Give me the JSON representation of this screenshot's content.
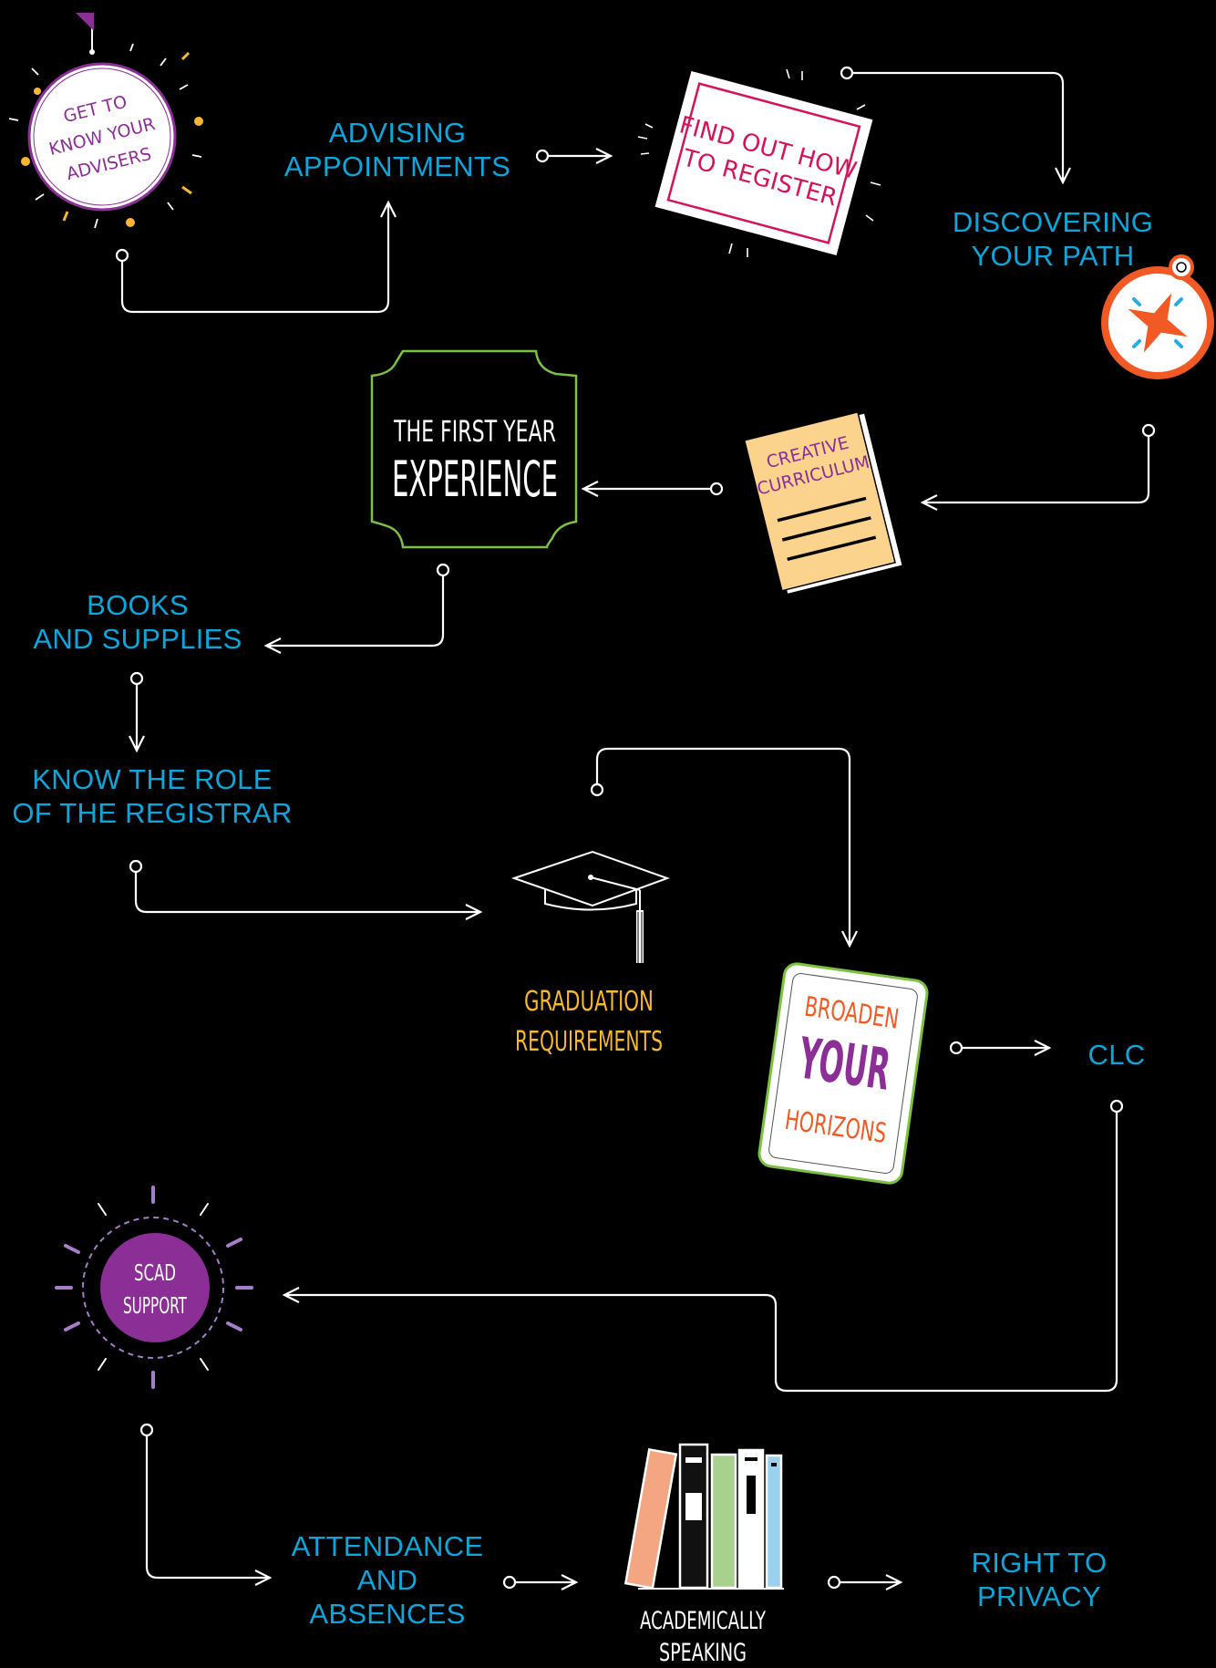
{
  "nodes": {
    "get_to_know_advisers": [
      "GET TO",
      "KNOW YOUR",
      "ADVISERS"
    ],
    "advising_appointments": [
      "ADVISING",
      "APPOINTMENTS"
    ],
    "find_out_how_to_register": [
      "FIND OUT HOW",
      "TO REGISTER"
    ],
    "discovering_your_path": [
      "DISCOVERING",
      "YOUR PATH"
    ],
    "creative_curriculum": [
      "CREATIVE",
      "CURRICULUM"
    ],
    "first_year_experience": [
      "THE FIRST YEAR",
      "EXPERIENCE"
    ],
    "books_and_supplies": [
      "BOOKS",
      "AND SUPPLIES"
    ],
    "role_of_registrar": [
      "KNOW THE ROLE",
      "OF THE REGISTRAR"
    ],
    "graduation_requirements": [
      "GRADUATION",
      "REQUIREMENTS"
    ],
    "broaden_your_horizons": [
      "BROADEN",
      "YOUR",
      "HORIZONS"
    ],
    "clc": [
      "CLC"
    ],
    "scad_support": [
      "SCAD",
      "SUPPORT"
    ],
    "attendance_and_absences": [
      "ATTENDANCE",
      "AND",
      "ABSENCES"
    ],
    "academically_speaking": [
      "ACADEMICALLY",
      "SPEAKING"
    ],
    "right_to_privacy": [
      "RIGHT TO",
      "PRIVACY"
    ]
  },
  "icons": {
    "flag": "flag-icon",
    "compass": "compass-icon",
    "graduation_cap": "graduation-cap-icon",
    "books": "books-icon",
    "sun_badge": "sun-badge-icon"
  },
  "colors": {
    "background": "#000000",
    "label_blue": "#0ea5db",
    "connector": "#ffffff",
    "purple": "#8b2f97",
    "pink": "#d4145a",
    "orange": "#f15a24",
    "yellow": "#f7b733",
    "green": "#7cc142",
    "peach": "#fbd38d"
  }
}
